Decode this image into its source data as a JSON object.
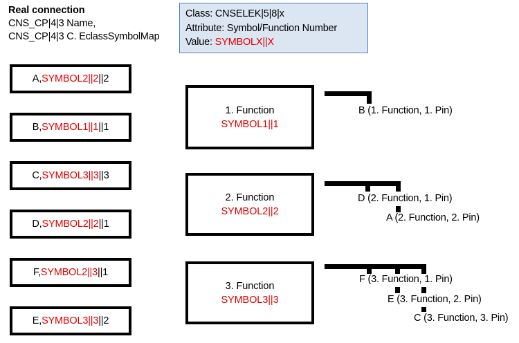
{
  "legend": {
    "title": "Real connection",
    "line1": "CNS_CP|4|3 Name,",
    "line2": "CNS_CP|4|3 C. EclassSymbolMap"
  },
  "info_box": {
    "class_label": "Class: CNSELEK|5|8|x",
    "attribute_label": "Attribute: Symbol/Function Number",
    "value_prefix": "Value: ",
    "value": "SYMBOLX||X",
    "fill_color": "#dce6f2",
    "border_color": "#4f81bd",
    "value_color": "#e00000"
  },
  "connection_boxes": [
    {
      "prefix": "A, ",
      "symbol": "SYMBOL2||2",
      "suffix": "||2"
    },
    {
      "prefix": "B, ",
      "symbol": "SYMBOL1||1",
      "suffix": "||1"
    },
    {
      "prefix": "C, ",
      "symbol": "SYMBOL3||3",
      "suffix": "||3"
    },
    {
      "prefix": "D, ",
      "symbol": "SYMBOL2||2",
      "suffix": "||1"
    },
    {
      "prefix": "F, ",
      "symbol": "SYMBOL2||3",
      "suffix": "||1"
    },
    {
      "prefix": "E, ",
      "symbol": "SYMBOL3||3",
      "suffix": "||2"
    }
  ],
  "function_boxes": [
    {
      "title": "1. Function",
      "symbol": "SYMBOL1||1"
    },
    {
      "title": "2. Function",
      "symbol": "SYMBOL2||2"
    },
    {
      "title": "3. Function",
      "symbol": "SYMBOL3||3"
    }
  ],
  "pin_labels": {
    "f1_p1": "B (1. Function, 1. Pin)",
    "f2_p1": "D (2. Function, 1. Pin)",
    "f2_p2": "A (2. Function, 2. Pin)",
    "f3_p1": "F  (3. Function, 1. Pin)",
    "f3_p2": "E (3. Function, 2. Pin)",
    "f3_p3": "C (3. Function, 3. Pin)"
  },
  "colors": {
    "symbol_red": "#e00000",
    "outline_black": "#000000",
    "background": "#ffffff"
  }
}
